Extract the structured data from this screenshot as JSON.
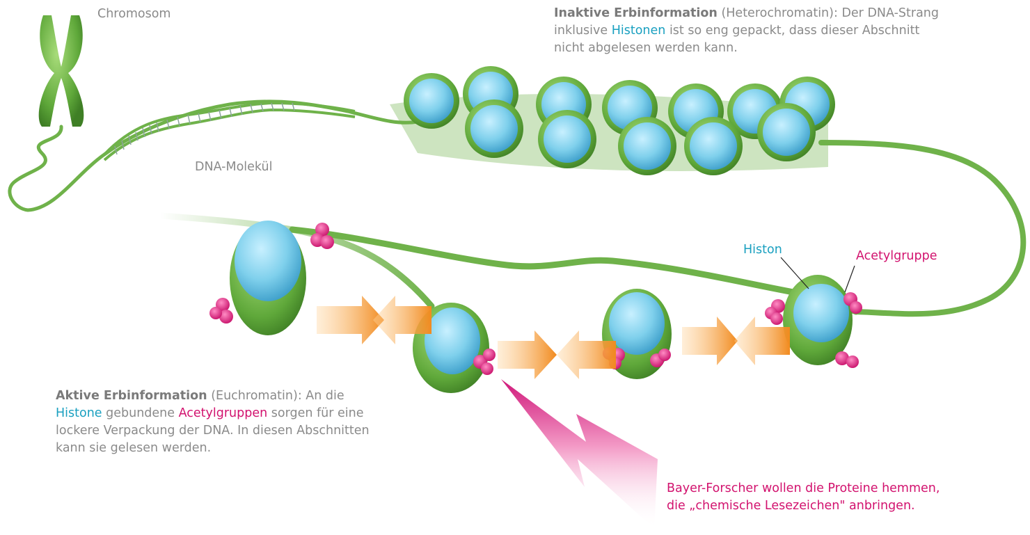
{
  "labels": {
    "chromosom": "Chromosom",
    "dna_molekuel": "DNA-Molekül",
    "histon": "Histon",
    "acetylgruppe": "Acetylgruppe"
  },
  "inaktiv": {
    "title": "Inaktive Erbinformation",
    "text_1": " (Heterochromatin): Der DNA-Strang inklusive ",
    "highlight": "Histonen",
    "text_2": " ist so eng gepackt, dass dieser Abschnitt nicht abgelesen werden kann."
  },
  "aktiv": {
    "title": "Aktive Erbinformation",
    "text_1": " (Euchromatin): An die ",
    "highlight_1": "Histone",
    "text_2": " gebundene ",
    "highlight_2": "Acetylgruppen",
    "text_3": " sorgen für eine lockere Verpackung der DNA. In diesen Abschnitten kann sie gelesen werden."
  },
  "bayer_note": "Bayer-Forscher wollen die Proteine hemmen, die „chemische Lesezeichen\" anbringen.",
  "colors": {
    "histone_blue": "#7fd0ec",
    "dna_green": "#6fb24a",
    "acetyl_magenta": "#e0288a",
    "arrow_orange": "#f39a2e",
    "lightning_pink": "#e0288a"
  }
}
